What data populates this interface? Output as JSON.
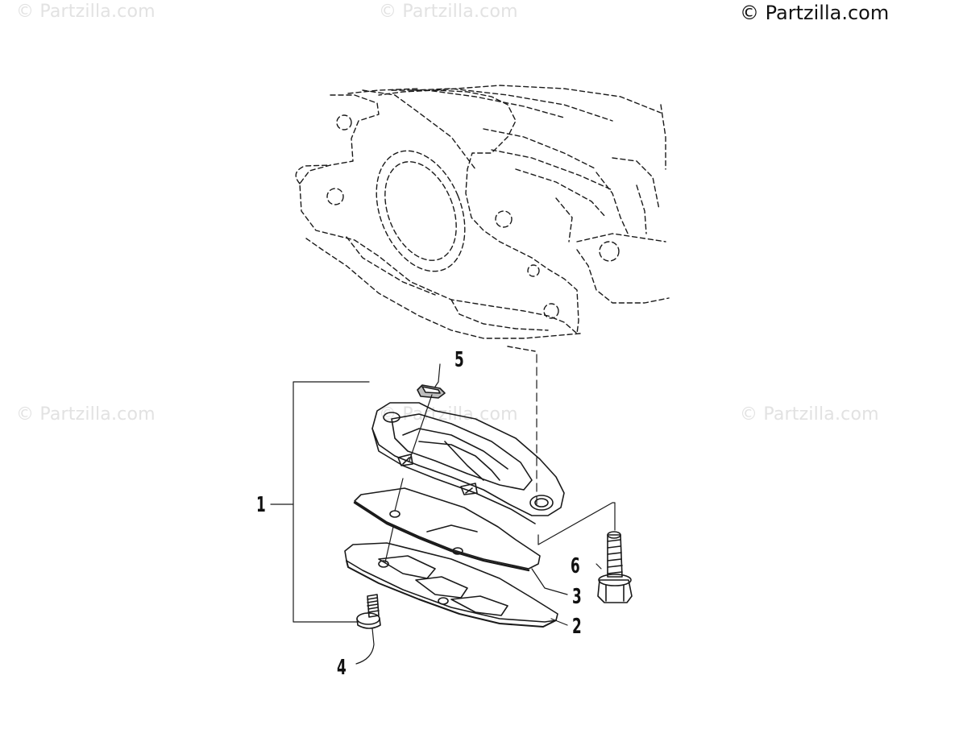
{
  "watermark": {
    "main": "© Partzilla.com",
    "faint": "© Partzilla.com"
  },
  "callouts": [
    {
      "id": "1",
      "label": "1"
    },
    {
      "id": "2",
      "label": "2"
    },
    {
      "id": "3",
      "label": "3"
    },
    {
      "id": "4",
      "label": "4"
    },
    {
      "id": "5",
      "label": "5"
    },
    {
      "id": "6",
      "label": "6"
    }
  ],
  "colors": {
    "line": "#1a1a1a",
    "watermark_faint": "#e2e2e2",
    "background": "#ffffff"
  }
}
